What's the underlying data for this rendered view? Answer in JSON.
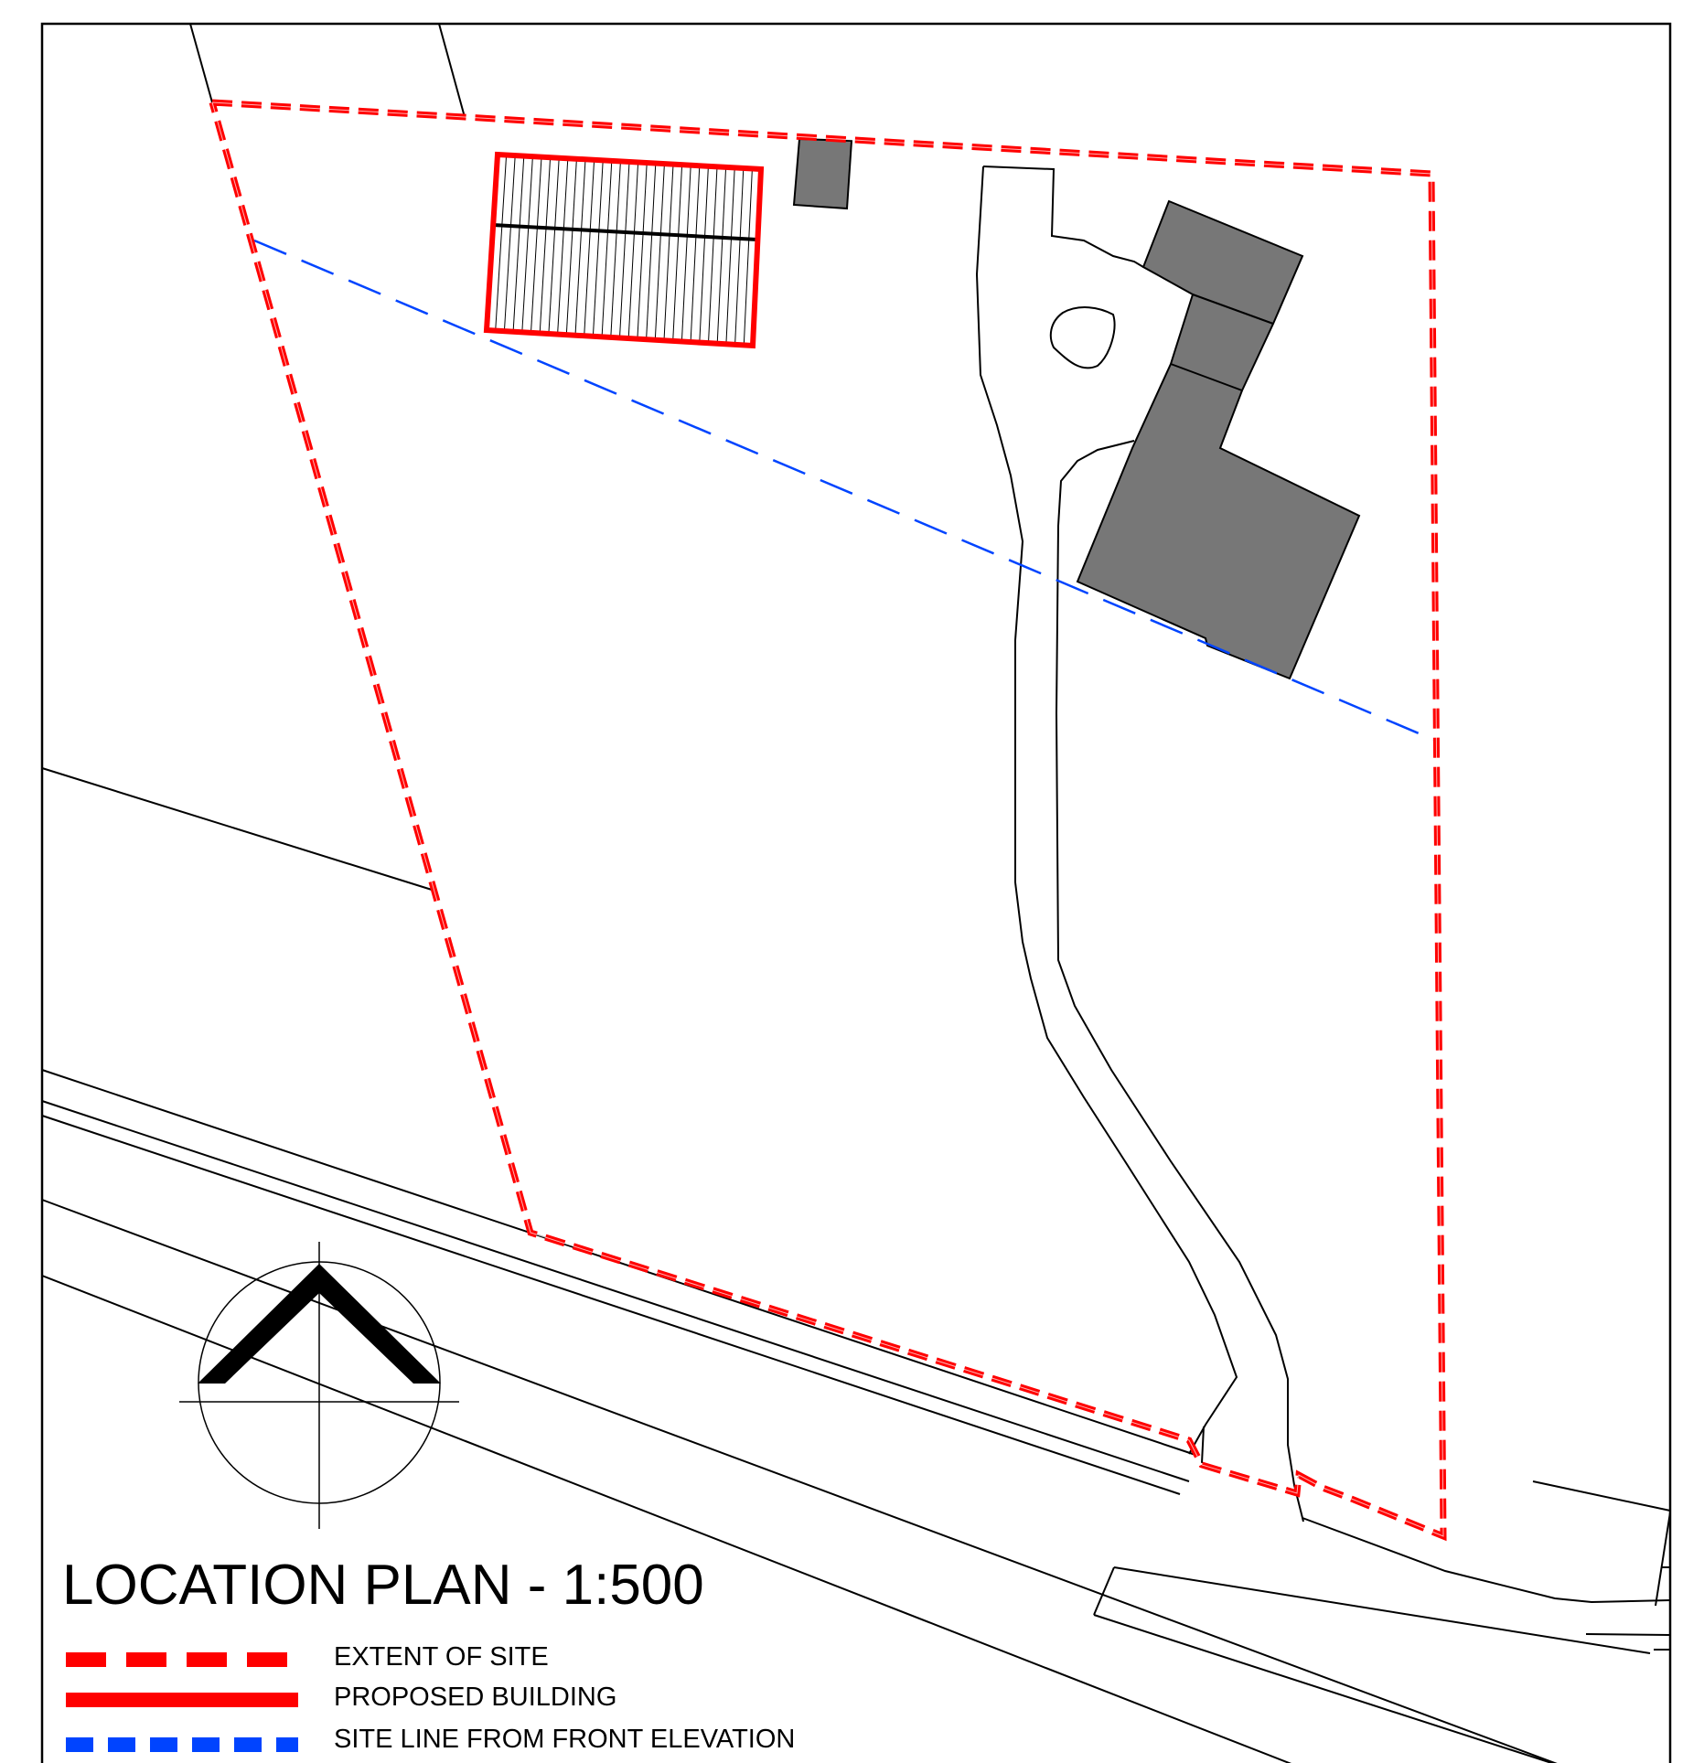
{
  "title": "LOCATION PLAN - 1:500",
  "colors": {
    "site_extent": "#ff0000",
    "proposed_building": "#ff0000",
    "site_line": "#0044ff",
    "existing_building": "#777777",
    "linework": "#000000"
  },
  "legend": {
    "items": [
      {
        "label": "EXTENT OF SITE",
        "style": "red-dashed"
      },
      {
        "label": "PROPOSED BUILDING",
        "style": "red-solid"
      },
      {
        "label": "SITE LINE FROM FRONT ELEVATION",
        "style": "blue-dashed"
      }
    ]
  },
  "icons": {
    "north_arrow": "north-arrow-icon"
  }
}
